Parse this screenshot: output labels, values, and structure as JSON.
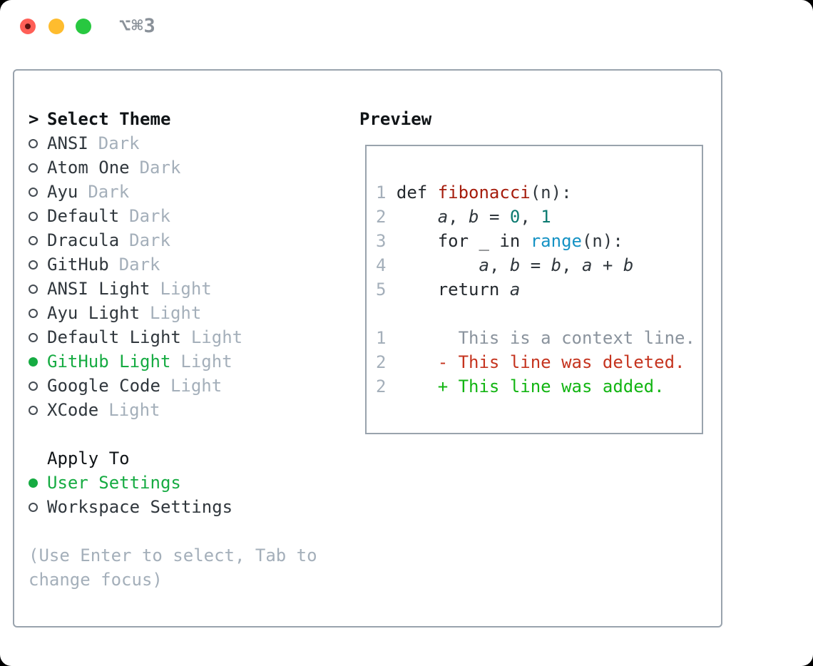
{
  "window": {
    "title": "⌥⌘3",
    "controls": {
      "close": "close",
      "minimize": "minimize",
      "zoom": "zoom"
    }
  },
  "colors": {
    "accent_green": "#16ab42",
    "added_green": "#13b513",
    "deleted_red": "#c5341f",
    "func_red": "#a51c0c",
    "number_teal": "#0b7a70",
    "builtin_blue": "#1592c4",
    "text_dark": "#30373d",
    "keyword_dark": "#24292e",
    "heading_black": "#101417",
    "muted_gray": "#a4afba",
    "context_gray": "#8a939d",
    "border_gray": "#99a3ad",
    "radio_border": "#454c53",
    "title_gray": "#8a9199",
    "traffic_red": "#ff5f57",
    "traffic_yellow": "#febc2e",
    "traffic_green": "#28c840"
  },
  "theme_list": {
    "cursor": ">",
    "title": "Select Theme",
    "items": [
      {
        "name": "ANSI",
        "tag": "Dark",
        "selected": false
      },
      {
        "name": "Atom One",
        "tag": "Dark",
        "selected": false
      },
      {
        "name": "Ayu",
        "tag": "Dark",
        "selected": false
      },
      {
        "name": "Default",
        "tag": "Dark",
        "selected": false
      },
      {
        "name": "Dracula",
        "tag": "Dark",
        "selected": false
      },
      {
        "name": "GitHub",
        "tag": "Dark",
        "selected": false
      },
      {
        "name": "ANSI Light",
        "tag": "Light",
        "selected": false
      },
      {
        "name": "Ayu Light",
        "tag": "Light",
        "selected": false
      },
      {
        "name": "Default Light",
        "tag": "Light",
        "selected": false
      },
      {
        "name": "GitHub Light",
        "tag": "Light",
        "selected": true
      },
      {
        "name": "Google Code",
        "tag": "Light",
        "selected": false
      },
      {
        "name": "XCode",
        "tag": "Light",
        "selected": false
      }
    ]
  },
  "apply_to": {
    "title": "Apply To",
    "items": [
      {
        "name": "User Settings",
        "selected": true
      },
      {
        "name": "Workspace Settings",
        "selected": false
      }
    ]
  },
  "hint": {
    "text": "(Use Enter to select, Tab to change focus)"
  },
  "preview": {
    "title": "Preview",
    "code_lines": [
      {
        "num": "1",
        "name": "code-line-def",
        "tokens": [
          {
            "t": "def ",
            "c": "k"
          },
          {
            "t": "fibonacci",
            "c": "fn"
          },
          {
            "t": "(n):",
            "c": "p"
          }
        ]
      },
      {
        "num": "2",
        "name": "code-line-assign",
        "tokens": [
          {
            "t": "    ",
            "c": "p"
          },
          {
            "t": "a",
            "c": "v"
          },
          {
            "t": ", ",
            "c": "p"
          },
          {
            "t": "b",
            "c": "v"
          },
          {
            "t": " = ",
            "c": "p"
          },
          {
            "t": "0",
            "c": "n"
          },
          {
            "t": ", ",
            "c": "p"
          },
          {
            "t": "1",
            "c": "n"
          }
        ]
      },
      {
        "num": "3",
        "name": "code-line-for",
        "tokens": [
          {
            "t": "    for _ in ",
            "c": "k"
          },
          {
            "t": "range",
            "c": "b"
          },
          {
            "t": "(n):",
            "c": "p"
          }
        ]
      },
      {
        "num": "4",
        "name": "code-line-swap",
        "tokens": [
          {
            "t": "        ",
            "c": "p"
          },
          {
            "t": "a",
            "c": "v"
          },
          {
            "t": ", ",
            "c": "p"
          },
          {
            "t": "b",
            "c": "v"
          },
          {
            "t": " = ",
            "c": "p"
          },
          {
            "t": "b",
            "c": "v"
          },
          {
            "t": ", ",
            "c": "p"
          },
          {
            "t": "a",
            "c": "v"
          },
          {
            "t": " + ",
            "c": "p"
          },
          {
            "t": "b",
            "c": "v"
          }
        ]
      },
      {
        "num": "5",
        "name": "code-line-return",
        "tokens": [
          {
            "t": "    return ",
            "c": "k"
          },
          {
            "t": "a",
            "c": "v"
          }
        ]
      },
      {
        "num": "",
        "name": "code-line-blank",
        "tokens": []
      },
      {
        "num": "1",
        "name": "diff-context-line",
        "tokens": [
          {
            "t": "      This is a context line.",
            "c": "ctx"
          }
        ]
      },
      {
        "num": "2",
        "name": "diff-deleted-line",
        "tokens": [
          {
            "t": "    - This line was deleted.",
            "c": "del"
          }
        ]
      },
      {
        "num": "2",
        "name": "diff-added-line",
        "tokens": [
          {
            "t": "    + This line was added.",
            "c": "add"
          }
        ]
      }
    ]
  }
}
